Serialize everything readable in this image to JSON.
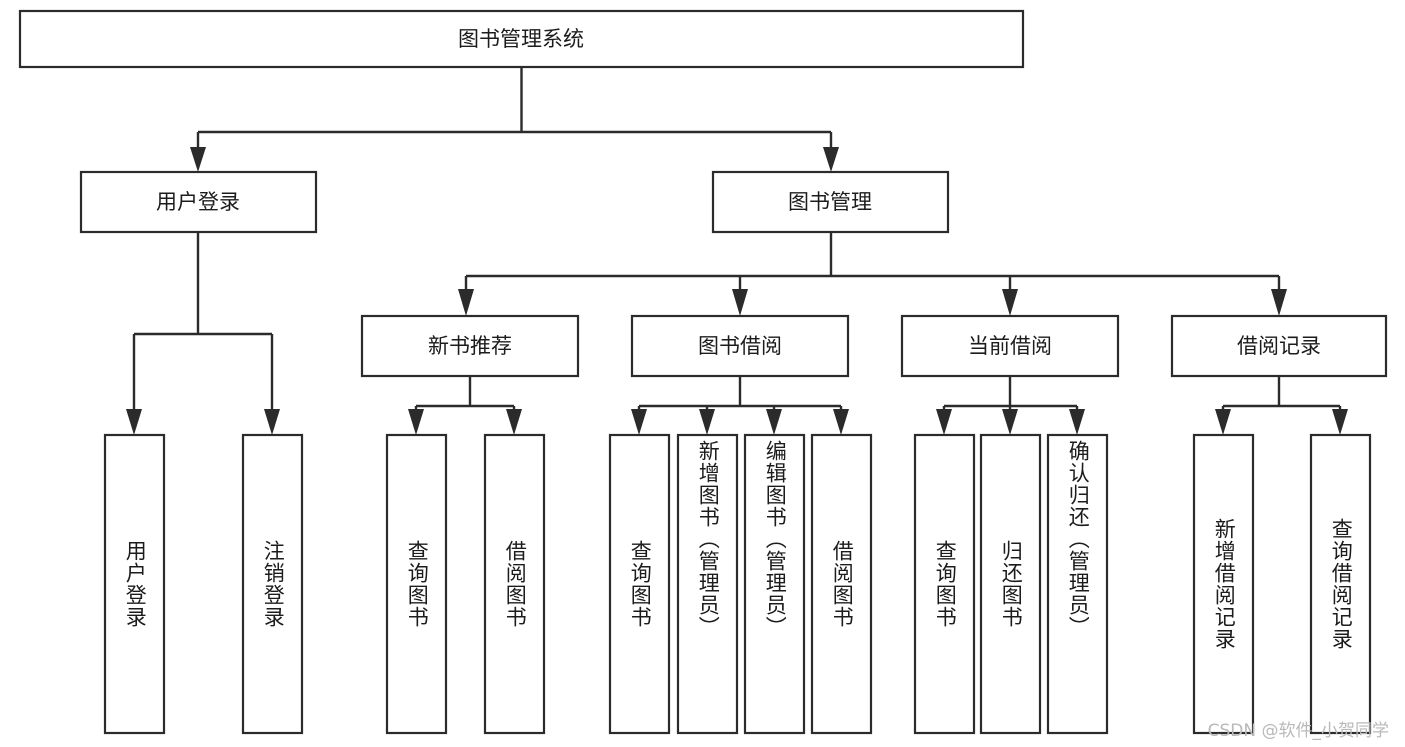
{
  "diagram": {
    "type": "tree-hierarchy",
    "orientation": "top-down",
    "root": {
      "id": "root",
      "label": "图书管理系统"
    },
    "level2": [
      {
        "id": "user-login",
        "label": "用户登录"
      },
      {
        "id": "book-manage",
        "label": "图书管理"
      }
    ],
    "level3": [
      {
        "id": "new-book-rec",
        "label": "新书推荐",
        "parent": "book-manage"
      },
      {
        "id": "book-borrow",
        "label": "图书借阅",
        "parent": "book-manage"
      },
      {
        "id": "current-borrow",
        "label": "当前借阅",
        "parent": "book-manage"
      },
      {
        "id": "borrow-record",
        "label": "借阅记录",
        "parent": "book-manage"
      }
    ],
    "leaves": {
      "user-login": [
        {
          "id": "leaf-user-login",
          "label": "用户登录"
        },
        {
          "id": "leaf-logout",
          "label": "注销登录"
        }
      ],
      "new-book-rec": [
        {
          "id": "leaf-query-book-1",
          "label": "查询图书"
        },
        {
          "id": "leaf-borrow-book-1",
          "label": "借阅图书"
        }
      ],
      "book-borrow": [
        {
          "id": "leaf-query-book-2",
          "label": "查询图书"
        },
        {
          "id": "leaf-add-book",
          "label": "新增图书（管理员）"
        },
        {
          "id": "leaf-edit-book",
          "label": "编辑图书（管理员）"
        },
        {
          "id": "leaf-borrow-book-2",
          "label": "借阅图书"
        }
      ],
      "current-borrow": [
        {
          "id": "leaf-query-book-3",
          "label": "查询图书"
        },
        {
          "id": "leaf-return-book",
          "label": "归还图书"
        },
        {
          "id": "leaf-confirm-return",
          "label": "确认归还（管理员）"
        }
      ],
      "borrow-record": [
        {
          "id": "leaf-add-record",
          "label": "新增借阅记录"
        },
        {
          "id": "leaf-query-record",
          "label": "查询借阅记录"
        }
      ]
    }
  },
  "watermark": {
    "text": "CSDN @软件_小贺同学"
  },
  "colors": {
    "stroke": "#2b2b2b",
    "fill": "#ffffff",
    "text": "#1c1c1c",
    "watermark": "#b9b9b9"
  }
}
